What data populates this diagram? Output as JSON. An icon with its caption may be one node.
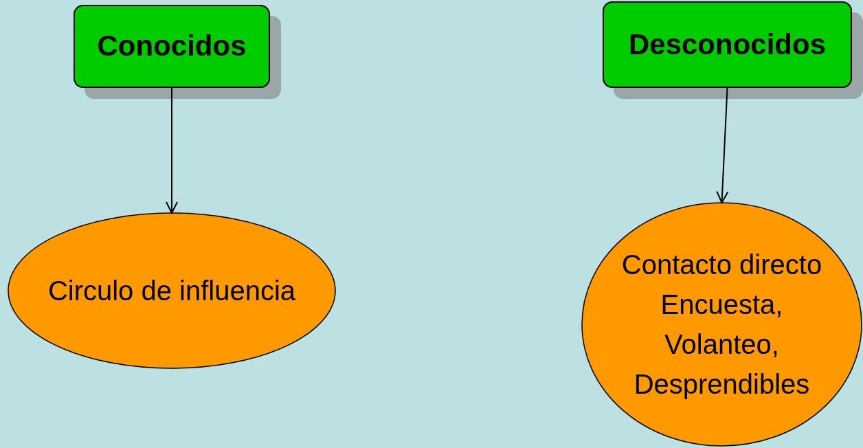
{
  "diagram": {
    "nodes": [
      {
        "text": [
          "Conocidos"
        ]
      },
      {
        "text": [
          "Desconocidos"
        ]
      },
      {
        "text": [
          "Circulo de influencia"
        ]
      },
      {
        "text": [
          "Contacto directo",
          "Encuesta,",
          "Volanteo,",
          "Desprendibles"
        ]
      }
    ],
    "edges": [
      {
        "from": 0,
        "to": 2,
        "arrow": "to"
      },
      {
        "from": 1,
        "to": 3,
        "arrow": "to"
      }
    ]
  }
}
